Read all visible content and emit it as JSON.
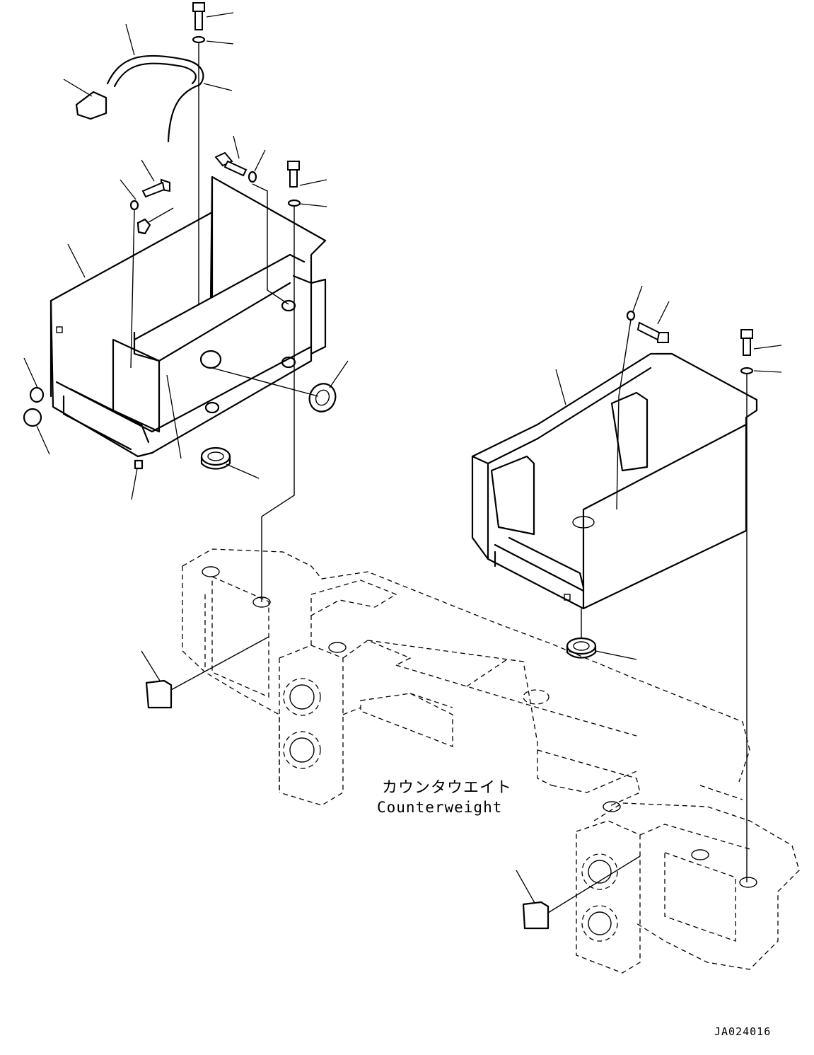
{
  "labels": {
    "counterweight_jp": "カウンタウエイト",
    "counterweight_en": "Counterweight",
    "drawing_id": "JA024016"
  }
}
